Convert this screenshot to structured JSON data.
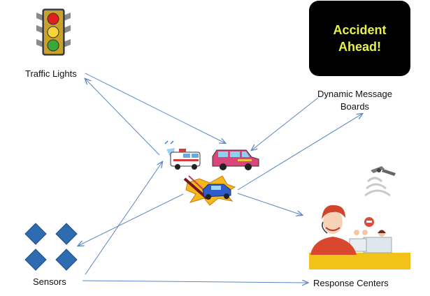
{
  "labels": {
    "traffic_lights": "Traffic Lights",
    "dmb_line1": "Dynamic Message",
    "dmb_line2": "Boards",
    "sensors": "Sensors",
    "response_centers": "Response Centers"
  },
  "message_board": {
    "line1": "Accident",
    "line2": "Ahead!"
  },
  "icons": {
    "traffic_light": "traffic-light-icon",
    "ambulance": "ambulance-icon",
    "car": "car-icon",
    "crash": "car-crash-icon",
    "sensors": "sensor-diamonds-icon",
    "operator": "call-center-operator-icon",
    "satellite": "satellite-icon"
  },
  "colors": {
    "arrow": "#5b86c4",
    "sensor": "#2f6bb0",
    "board_bg": "#000000",
    "board_text": "#e6f24a"
  }
}
